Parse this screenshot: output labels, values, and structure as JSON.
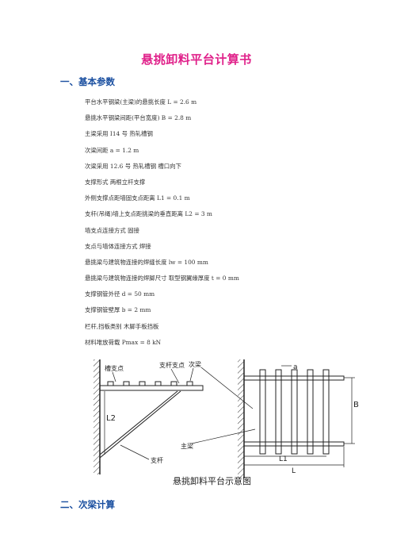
{
  "document": {
    "title": "悬挑卸料平台计算书",
    "sections": [
      {
        "heading": "一、基本参数"
      },
      {
        "heading": "二、次梁计算"
      }
    ],
    "parameters": [
      "平台水平钢梁(主梁)的悬挑长度  L =     2.6 m",
      "悬挑水平钢梁间距(平台宽度) B = 2.8 m",
      "主梁采用  I14 号  热轧槽钢",
      "次梁间距   a = 1.2 m",
      "次梁采用  12.6 号  热轧槽钢  槽口向下",
      "支撑形式  两根立杆支撑",
      "外侧支撑点距墙固支点距离   L1 = 0.1 m",
      "支杆(吊绳)墙上支点距挑梁的垂直距离   L2 = 3 m",
      "墙支点连接方式  固接",
      "支点与墙体连接方式  焊接",
      "悬挑梁与建筑物连接的焊缝长度   lw = 100 mm",
      "悬挑梁与建筑物连接的焊脚尺寸  取型钢翼缘厚度   t = 0 mm",
      "支撑钢管外径   d = 50 mm",
      "支撑钢管壁厚   b = 2 mm",
      "栏杆,挡板类别  木脚手板挡板",
      "材料堆放荷载   Pmax = 8 kN"
    ],
    "diagram": {
      "caption": "悬挑卸料平台示意图",
      "labels": {
        "groove": "槽支点",
        "brace_point": "支杆支点",
        "secondary_beam": "次梁",
        "main_beam": "主梁",
        "brace": "支杆",
        "L2": "L2",
        "a": "a",
        "B": "B",
        "L1": "L1",
        "L": "L"
      }
    }
  }
}
